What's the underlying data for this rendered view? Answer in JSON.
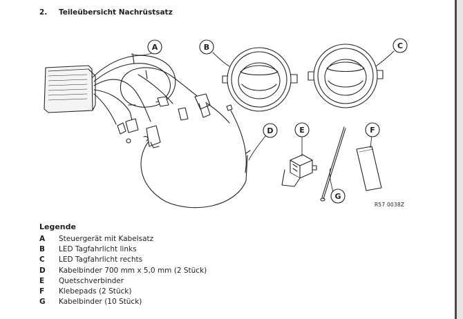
{
  "section": {
    "number": "2.",
    "title": "Teileübersicht Nachrüstsatz"
  },
  "figure": {
    "code": "R57 0038Z",
    "callouts": [
      "A",
      "B",
      "C",
      "D",
      "E",
      "F",
      "G"
    ]
  },
  "legend": {
    "title": "Legende",
    "items": [
      {
        "key": "A",
        "text": "Steuergerät mit Kabelsatz"
      },
      {
        "key": "B",
        "text": "LED Tagfahrlicht links"
      },
      {
        "key": "C",
        "text": "LED Tagfahrlicht rechts"
      },
      {
        "key": "D",
        "text": "Kabelbinder 700 mm x 5,0 mm (2 Stück)"
      },
      {
        "key": "E",
        "text": "Quetschverbinder"
      },
      {
        "key": "F",
        "text": "Klebepads (2 Stück)"
      },
      {
        "key": "G",
        "text": "Kabelbinder (10 Stück)"
      }
    ]
  }
}
